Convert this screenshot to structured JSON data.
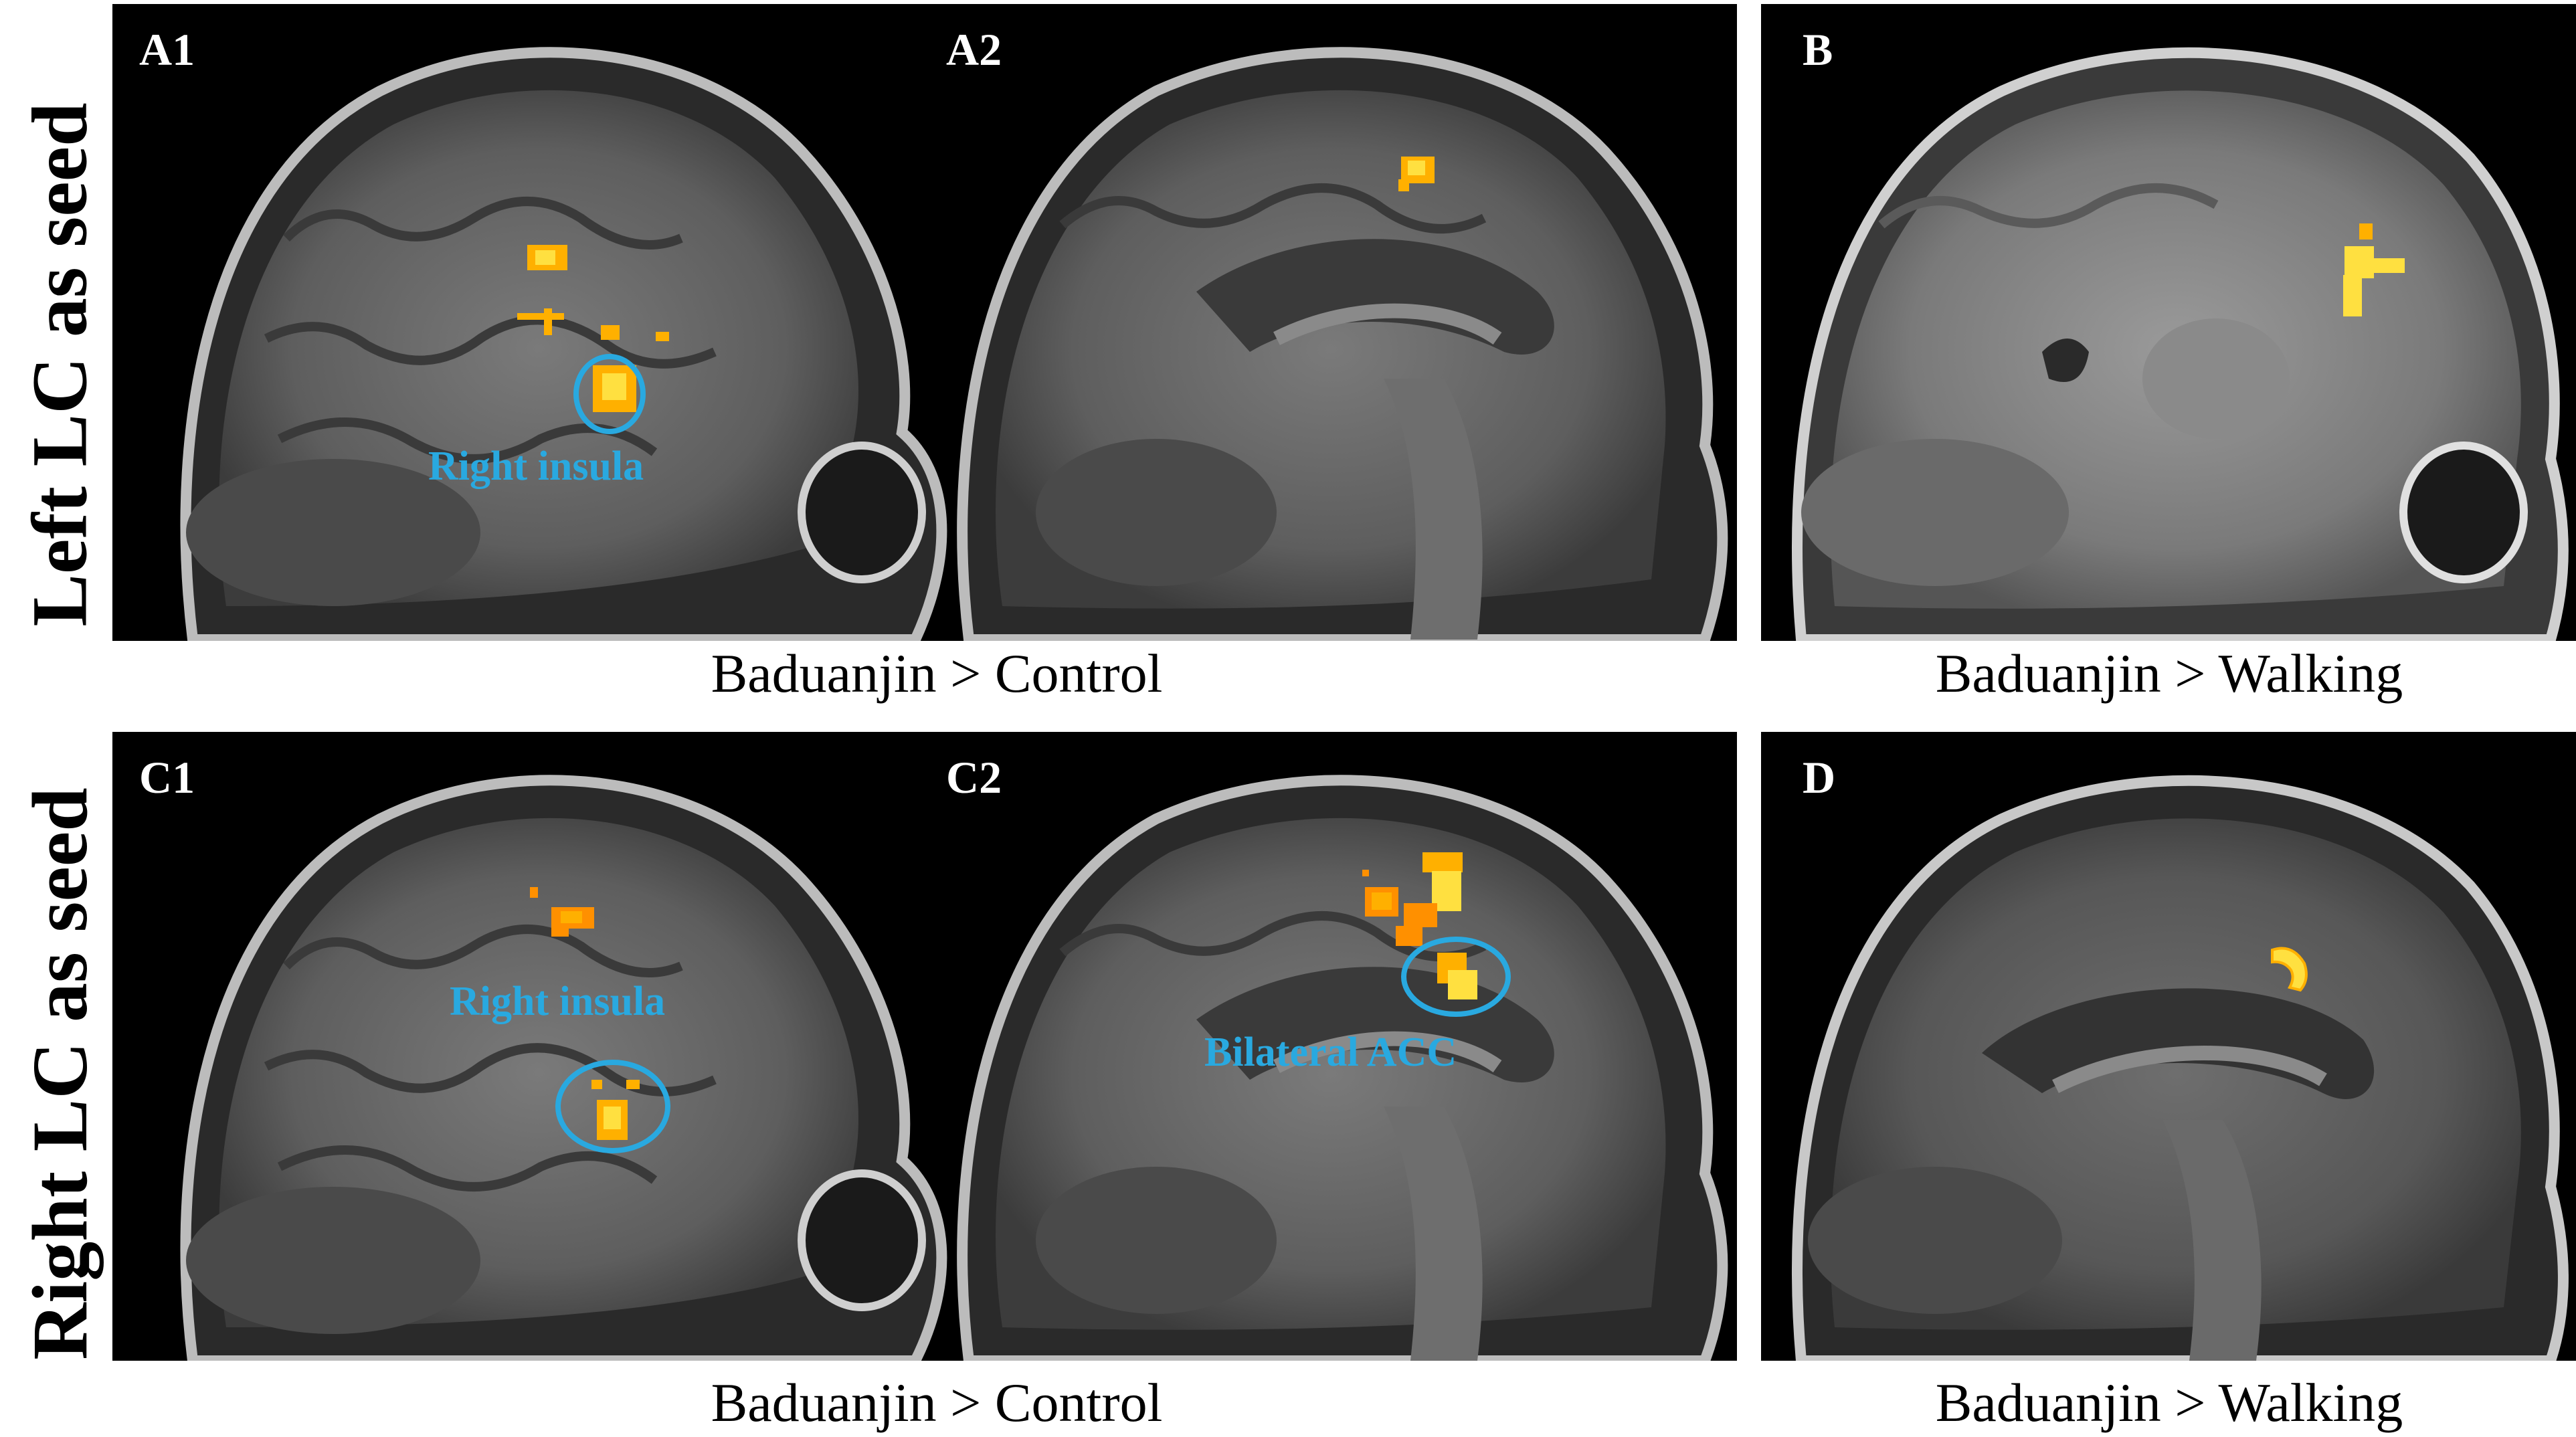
{
  "rows": [
    {
      "label": "Left LC as seed"
    },
    {
      "label": "Right LC as seed"
    }
  ],
  "panels": {
    "a1": {
      "letter": "A1",
      "annotation": "Right insula"
    },
    "a2": {
      "letter": "A2"
    },
    "b": {
      "letter": "B"
    },
    "c1": {
      "letter": "C1",
      "annotation": "Right insula"
    },
    "c2": {
      "letter": "C2",
      "annotation": "Bilateral ACC"
    },
    "d": {
      "letter": "D"
    }
  },
  "captions": {
    "top_left": "Baduanjin > Control",
    "top_right": "Baduanjin > Walking",
    "bottom_left": "Baduanjin > Control",
    "bottom_right": "Baduanjin > Walking"
  },
  "colors": {
    "annotation": "#29a9e0",
    "activation": "#ffb000",
    "activation_core": "#ffe040",
    "background": "#000000"
  }
}
